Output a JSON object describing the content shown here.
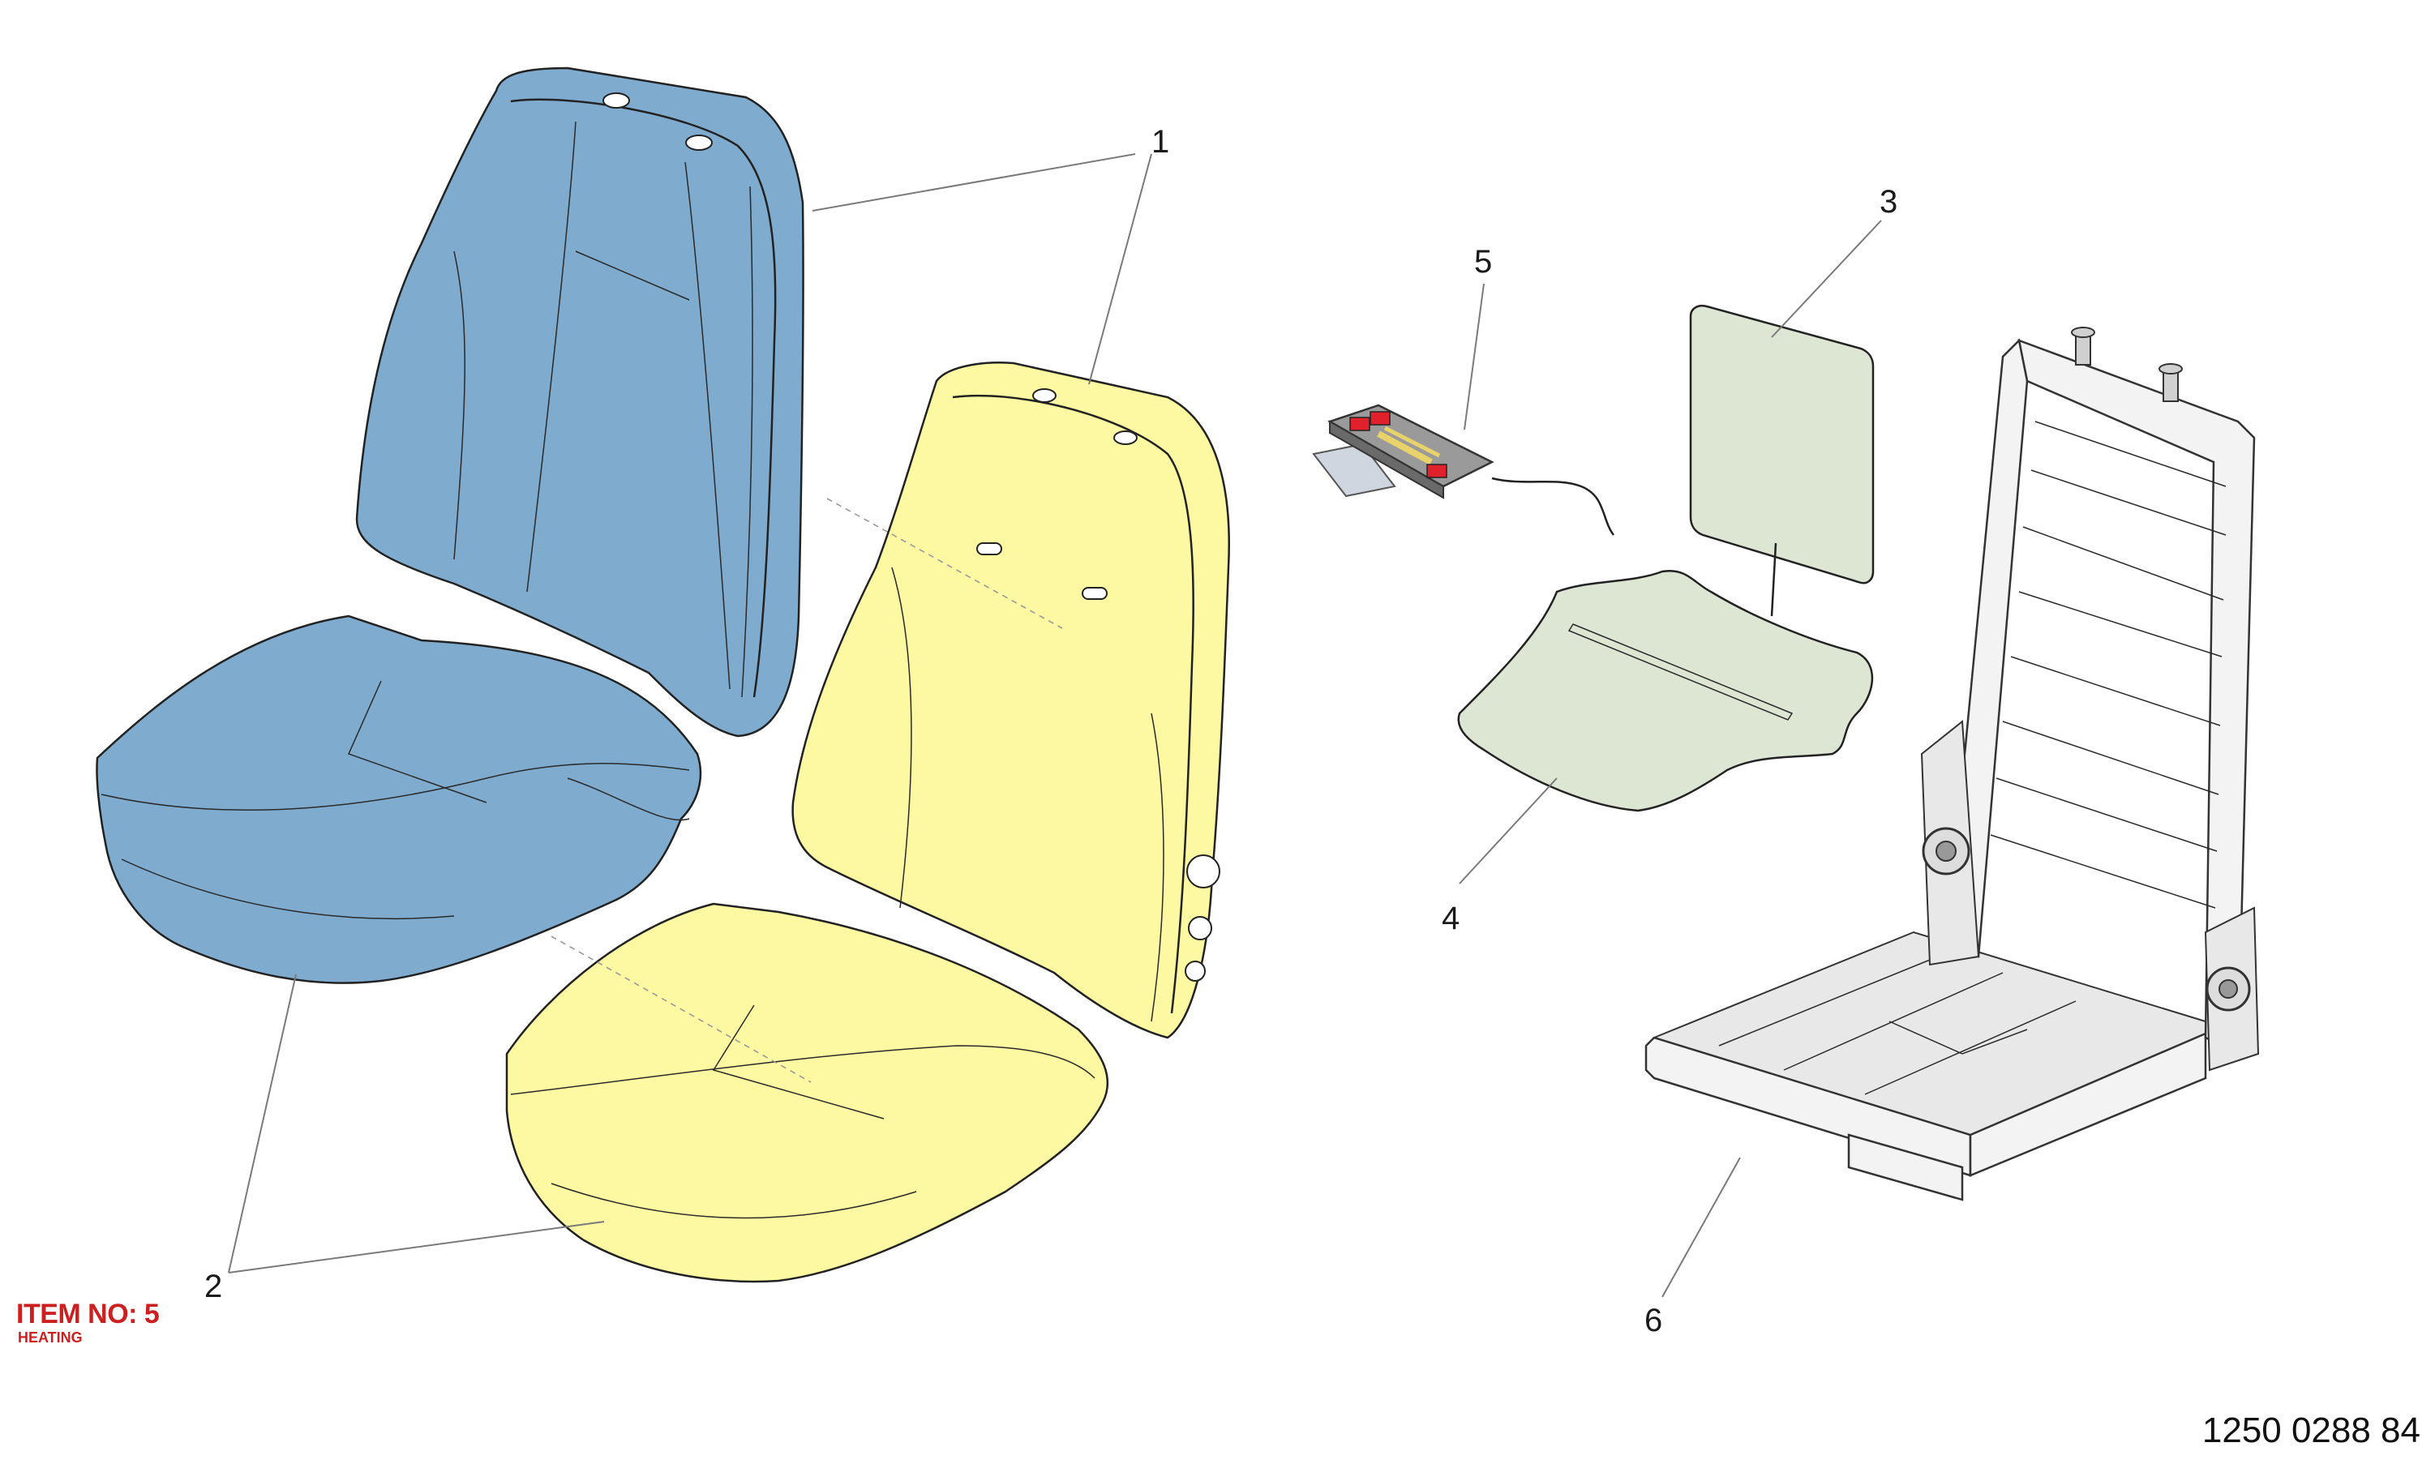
{
  "callouts": {
    "c1": "1",
    "c2": "2",
    "c3": "3",
    "c4": "4",
    "c5": "5",
    "c6": "6"
  },
  "item": {
    "title": "ITEM NO: 5",
    "subtitle": "HEATING"
  },
  "document_number": "1250 0288 84",
  "colors": {
    "cover": "#7facce",
    "foam": "#fdf9a3",
    "heating_pad": "#dde5d3",
    "heating_element": "#e8d26a",
    "heater_red": "#e0202a",
    "accent_red": "#cc1f1f"
  },
  "icons": {
    "cover_backrest": "seat-backrest-cover-icon",
    "cover_cushion": "seat-cushion-cover-icon",
    "foam_backrest": "backrest-foam-icon",
    "foam_cushion": "cushion-foam-icon",
    "heater_back": "backrest-heating-pad-icon",
    "heater_seat": "seat-heating-pad-icon",
    "controller": "heating-controller-icon",
    "frame": "seat-frame-icon"
  }
}
